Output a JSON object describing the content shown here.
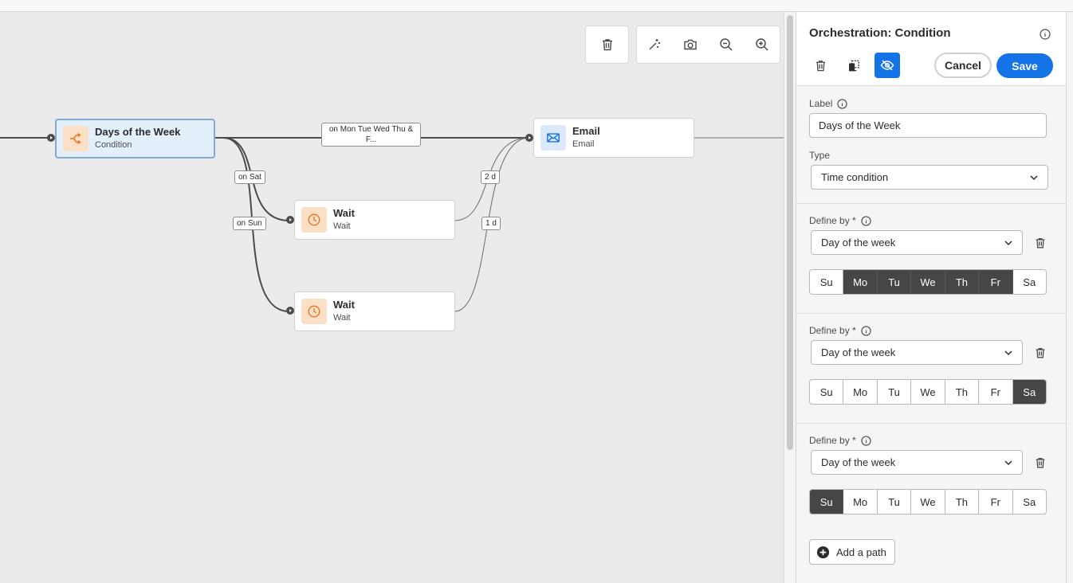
{
  "canvas": {
    "nodes": {
      "condition": {
        "title": "Days of the Week",
        "subtitle": "Condition"
      },
      "email": {
        "title": "Email",
        "subtitle": "Email"
      },
      "wait1": {
        "title": "Wait",
        "subtitle": "Wait"
      },
      "wait2": {
        "title": "Wait",
        "subtitle": "Wait"
      }
    },
    "edge_labels": {
      "weekdays": "on Mon Tue Wed Thu & F...",
      "sat": "on Sat",
      "sun": "on Sun",
      "wait1_delay": "2 d",
      "wait2_delay": "1 d"
    },
    "toolbar": [
      "trash-icon",
      "magic-wand-icon",
      "camera-icon",
      "zoom-out-icon",
      "zoom-in-icon"
    ]
  },
  "panel": {
    "title": "Orchestration: Condition",
    "cancel_label": "Cancel",
    "save_label": "Save",
    "label_field": {
      "label": "Label",
      "value": "Days of the Week"
    },
    "type_field": {
      "label": "Type",
      "value": "Time condition"
    },
    "conditions": [
      {
        "label": "Define by *",
        "value": "Day of the week",
        "days": [
          "Su",
          "Mo",
          "Tu",
          "We",
          "Th",
          "Fr",
          "Sa"
        ],
        "selected": [
          "Mo",
          "Tu",
          "We",
          "Th",
          "Fr"
        ]
      },
      {
        "label": "Define by *",
        "value": "Day of the week",
        "days": [
          "Su",
          "Mo",
          "Tu",
          "We",
          "Th",
          "Fr",
          "Sa"
        ],
        "selected": [
          "Sa"
        ]
      },
      {
        "label": "Define by *",
        "value": "Day of the week",
        "days": [
          "Su",
          "Mo",
          "Tu",
          "We",
          "Th",
          "Fr",
          "Sa"
        ],
        "selected": [
          "Su"
        ]
      }
    ],
    "add_path_label": "Add a path"
  },
  "colors": {
    "accent": "#1473e6",
    "selected_day": "#464646",
    "condition_icon_bg": "#fbe0c8",
    "condition_icon": "#e8792c",
    "email_icon_bg": "#dbe9fb",
    "email_icon": "#1473e6"
  }
}
